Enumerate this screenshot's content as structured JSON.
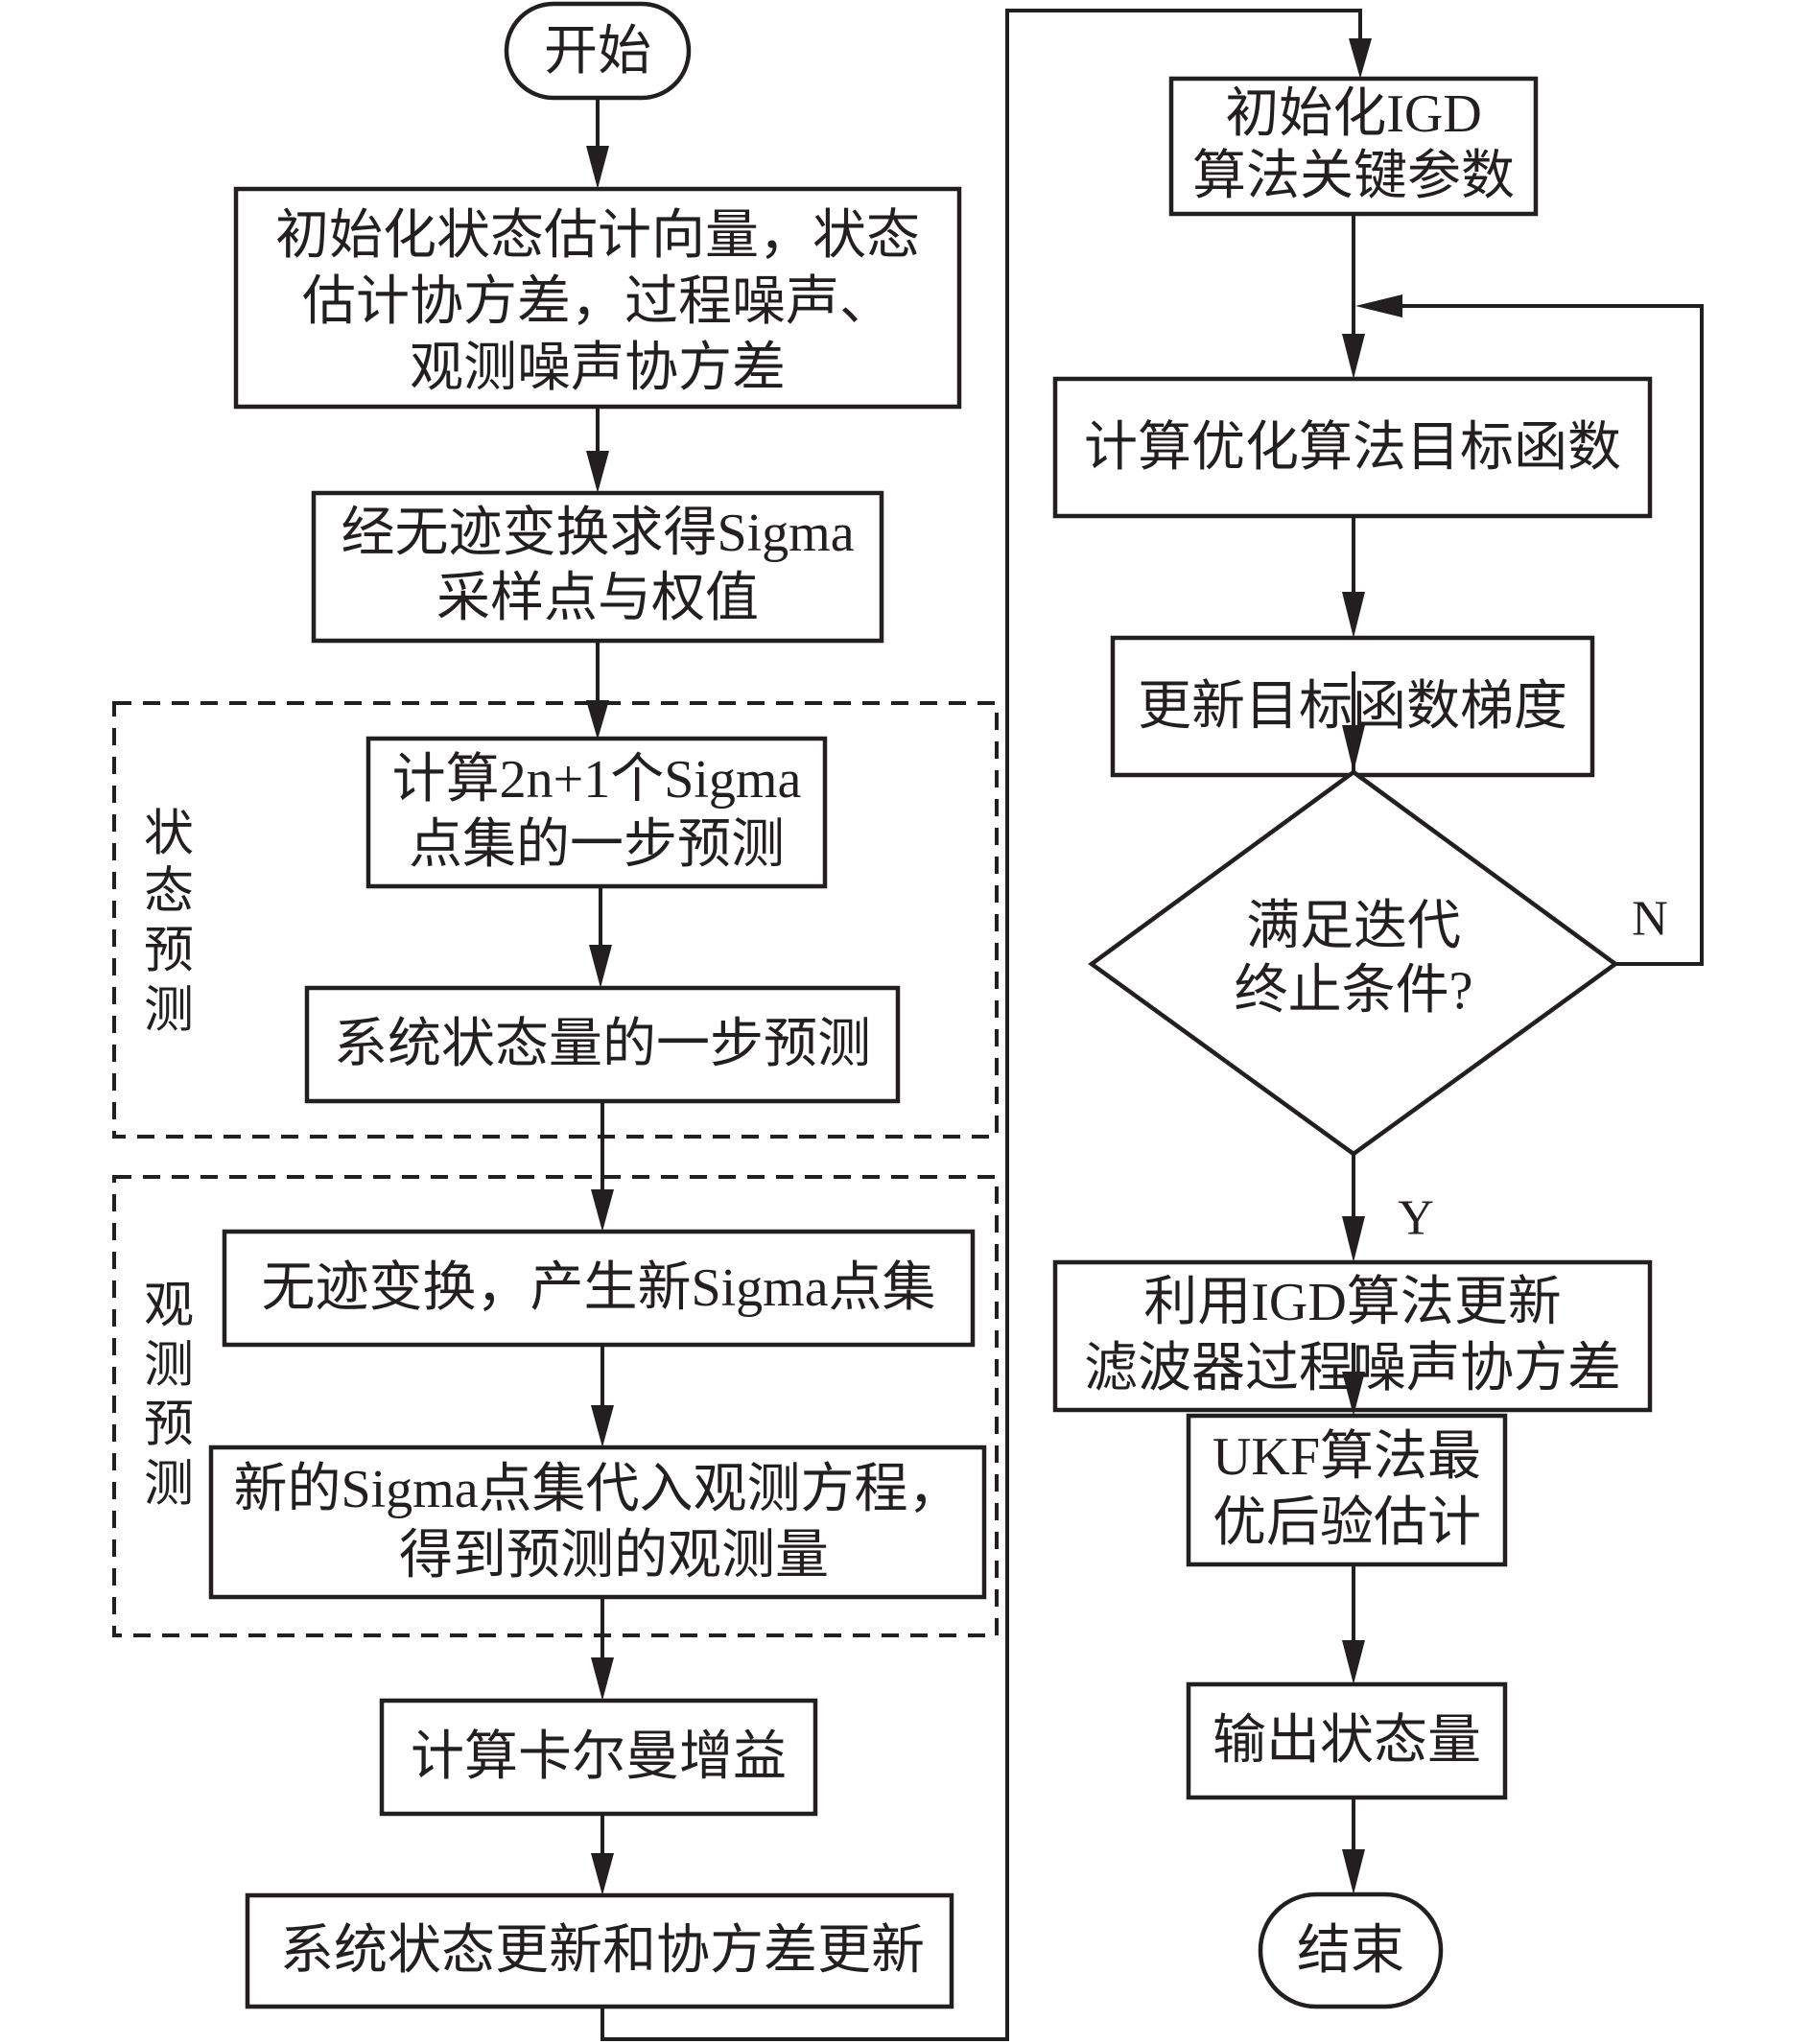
{
  "diagram": {
    "type": "flowchart",
    "terminals": {
      "start": "开始",
      "end": "结束"
    },
    "left_column": {
      "init_state": [
        "初始化状态估计向量，状态",
        "估计协方差，过程噪声、",
        "观测噪声协方差"
      ],
      "sigma_sampling": [
        "经无迹变换求得Sigma",
        "采样点与权值"
      ],
      "state_prediction_group": {
        "label": [
          "状",
          "态",
          "预",
          "测"
        ],
        "sigma_one_step": [
          "计算2n+1个Sigma",
          "点集的一步预测"
        ],
        "state_one_step": [
          "系统状态量的一步预测"
        ]
      },
      "observation_prediction_group": {
        "label": [
          "观",
          "测",
          "预",
          "测"
        ],
        "unscented_transform": [
          "无迹变换，产生新Sigma点集"
        ],
        "observation_equation": [
          "新的Sigma点集代入观测方程，",
          "得到预测的观测量"
        ]
      },
      "kalman_gain": [
        "计算卡尔曼增益"
      ],
      "state_cov_update": [
        "系统状态更新和协方差更新"
      ]
    },
    "right_column": {
      "init_igd": [
        "初始化IGD",
        "算法关键参数"
      ],
      "objective": [
        "计算优化算法目标函数"
      ],
      "gradient": [
        "更新目标函数梯度"
      ],
      "decision": [
        "满足迭代",
        "终止条件?"
      ],
      "decision_no": "N",
      "decision_yes": "Y",
      "igd_update": [
        "利用IGD算法更新",
        "滤波器过程噪声协方差"
      ],
      "ukf_posterior": [
        "UKF算法最",
        "优后验估计"
      ],
      "output_state": [
        "输出状态量"
      ]
    }
  }
}
